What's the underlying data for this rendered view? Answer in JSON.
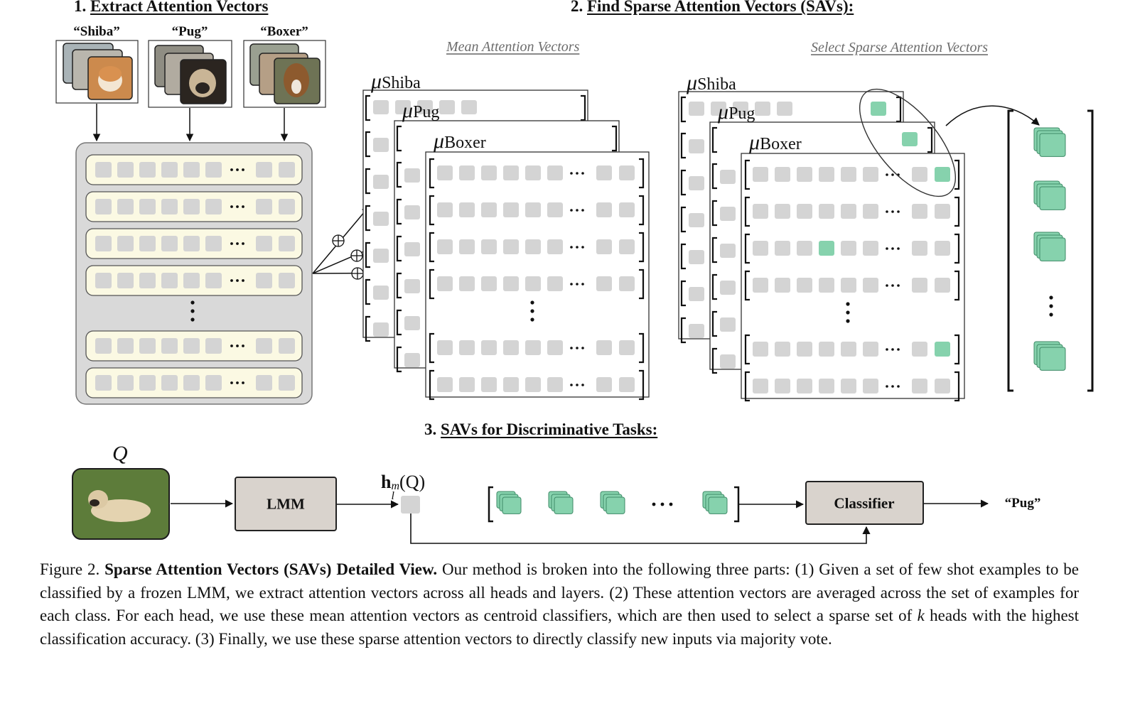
{
  "sections": {
    "s1": {
      "number": "1.",
      "title": "Extract Attention Vectors"
    },
    "s2": {
      "number": "2.",
      "title": "Find Sparse Attention Vectors (SAVs):"
    },
    "s3": {
      "number": "3.",
      "title": "SAVs for Discriminative Tasks:"
    }
  },
  "subtitles": {
    "mean": "Mean Attention Vectors",
    "select": "Select Sparse Attention Vectors"
  },
  "classes": {
    "shiba": "“Shiba”",
    "pug": "“Pug”",
    "boxer": "“Boxer”"
  },
  "mu": {
    "symbol": "μ",
    "shiba": "Shiba",
    "pug": "Pug",
    "boxer": "Boxer"
  },
  "bottom": {
    "query": "Q",
    "lmm": "LMM",
    "h_main": "h",
    "h_sup": "m",
    "h_sub": "l",
    "h_arg": "(Q)",
    "classifier": "Classifier",
    "output": "“Pug”"
  },
  "caption": {
    "fig": "Figure 2.",
    "bold": "Sparse Attention Vectors (SAVs) Detailed View.",
    "text1": "Our method is broken into the following three parts: (1) Given a set of few shot examples to be classified by a frozen LMM, we extract attention vectors across all heads and layers. (2) These attention vectors are averaged across the set of examples for each class. For each head, we use these mean attention vectors as centroid classifiers, which are then used to select a sparse set of",
    "k": "k",
    "text2": "heads with the highest classification accuracy. (3) Finally, we use these sparse attention vectors to directly classify new inputs via majority vote."
  },
  "colors": {
    "panel_bg": "#d9d9d9",
    "row_bg": "#fbf9e3",
    "cell": "#d4d4d4",
    "highlight": "#86d2ad",
    "box_fill": "#d9d3cd"
  }
}
